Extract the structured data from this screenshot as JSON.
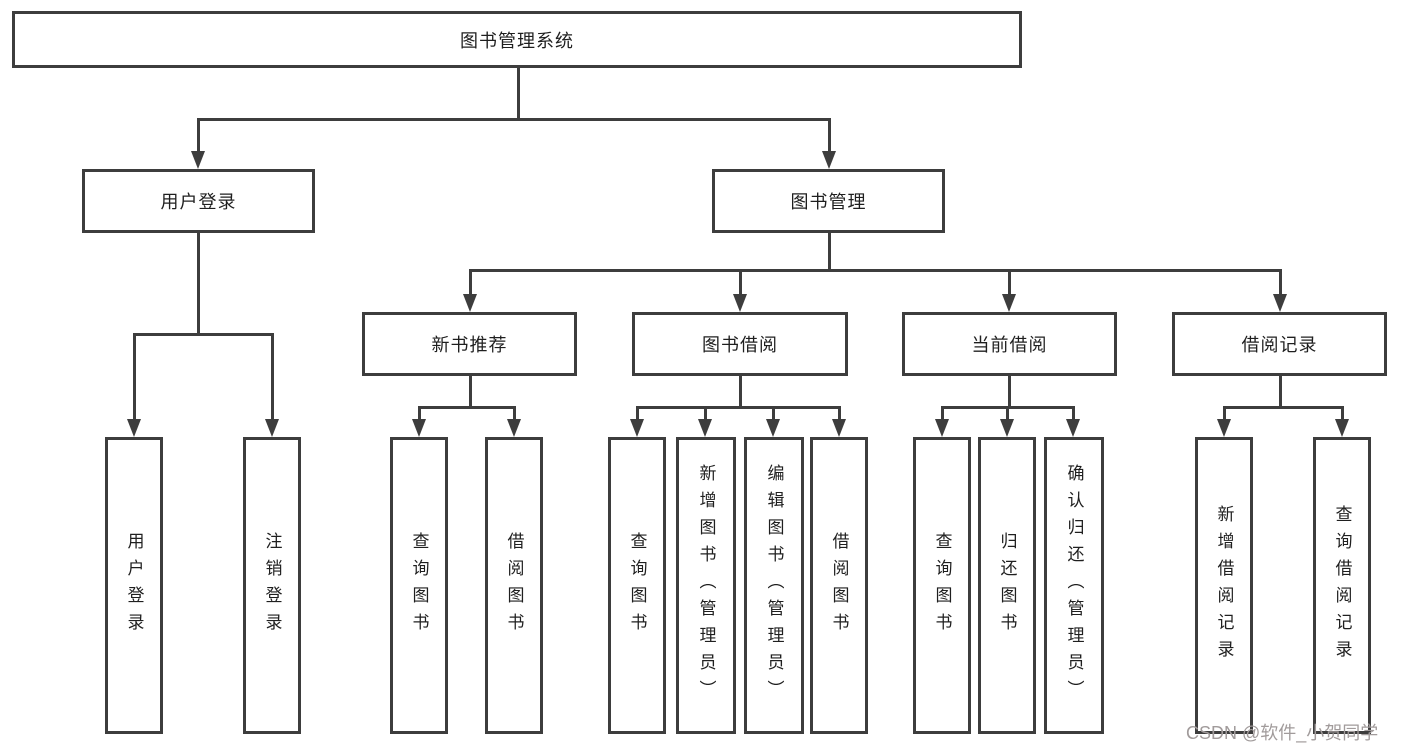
{
  "diagram": {
    "root": {
      "label": "图书管理系统"
    },
    "level2": [
      {
        "id": "user-login",
        "label": "用户登录"
      },
      {
        "id": "book-management",
        "label": "图书管理"
      }
    ],
    "level3": [
      {
        "id": "new-book-recommend",
        "label": "新书推荐"
      },
      {
        "id": "book-borrow",
        "label": "图书借阅"
      },
      {
        "id": "current-borrow",
        "label": "当前借阅"
      },
      {
        "id": "borrow-record",
        "label": "借阅记录"
      }
    ],
    "leaves": {
      "user_login": [
        "用户登录",
        "注销登录"
      ],
      "new_book": [
        "查询图书",
        "借阅图书"
      ],
      "book_borrow": [
        "查询图书",
        "新增图书（管理员）",
        "编辑图书（管理员）",
        "借阅图书"
      ],
      "current_borrow": [
        "查询图书",
        "归还图书",
        "确认归还（管理员）"
      ],
      "borrow_record": [
        "新增借阅记录",
        "查询借阅记录"
      ]
    }
  },
  "watermark": {
    "text": "CSDN @软件_小贺同学"
  },
  "colors": {
    "line": "#3d3d3d",
    "text": "#1f1f1f",
    "background": "#ffffff",
    "watermark": "#a19b9b"
  }
}
